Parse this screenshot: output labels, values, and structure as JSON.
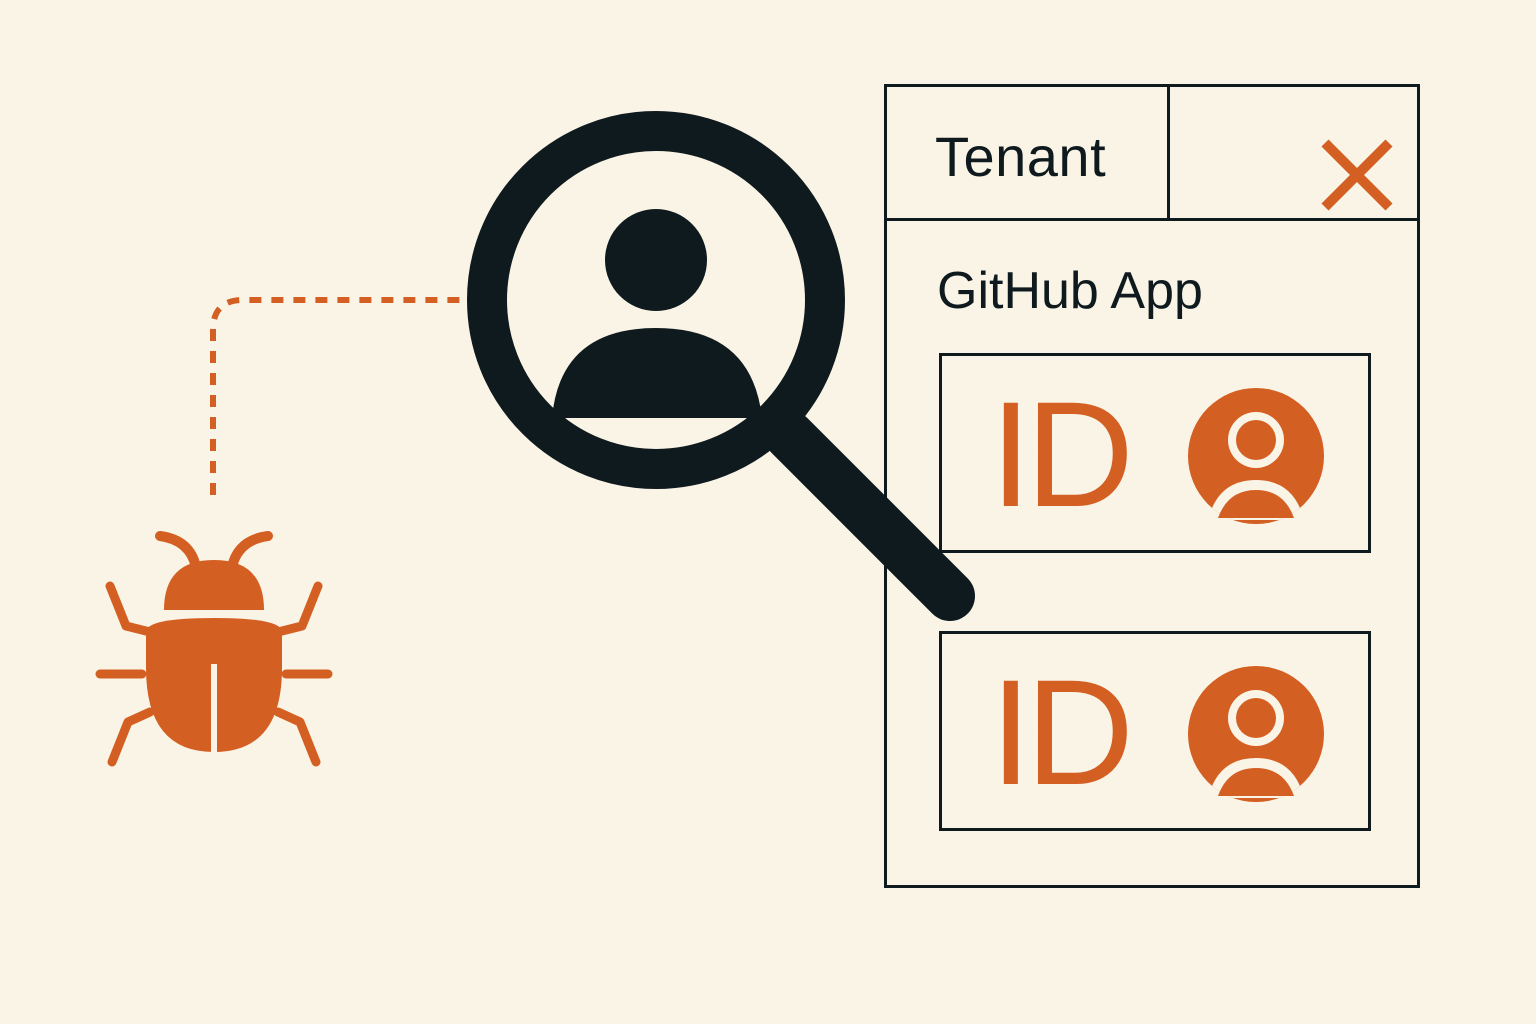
{
  "colors": {
    "background": "#faf4e6",
    "ink": "#0f1a1e",
    "accent": "#d45f22"
  },
  "icons": {
    "bug": "bug-icon",
    "magnifier": "magnifying-glass-icon",
    "user": "user-icon",
    "close": "close-icon",
    "avatar": "user-avatar-icon"
  },
  "tenant_panel": {
    "title": "Tenant",
    "section_title": "GitHub App",
    "cards": [
      {
        "label": "ID"
      },
      {
        "label": "ID"
      }
    ]
  }
}
